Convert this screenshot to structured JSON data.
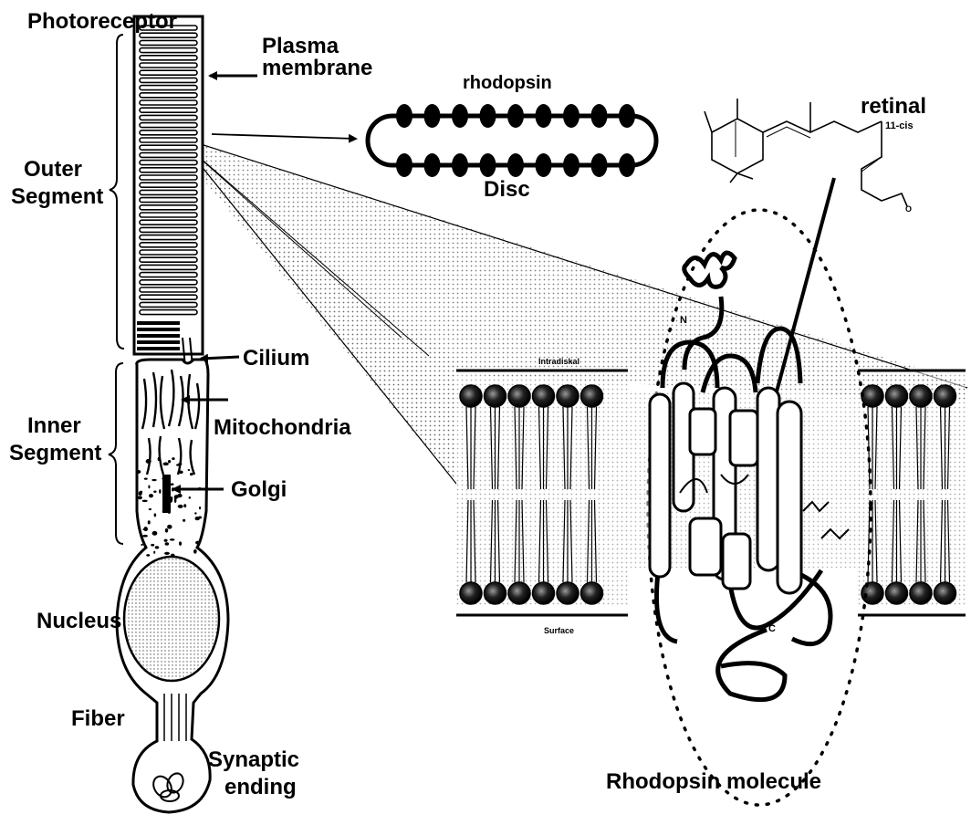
{
  "labels": {
    "photoreceptor": "Photoreceptor",
    "plasma_membrane_line1": "Plasma",
    "plasma_membrane_line2": "membrane",
    "rhodopsin": "rhodopsin",
    "retinal": "retinal",
    "retinal_isomer": "11-cis",
    "outer_segment_line1": "Outer",
    "outer_segment_line2": "Segment",
    "disc": "Disc",
    "cilium": "Cilium",
    "intradiskal": "Intradiskal",
    "inner_segment_line1": "Inner",
    "inner_segment_line2": "Segment",
    "mitochondria": "Mitochondria",
    "golgi": "Golgi",
    "nucleus": "Nucleus",
    "surface": "Surface",
    "fiber": "Fiber",
    "synaptic_line1": "Synaptic",
    "synaptic_line2": "ending",
    "rhodopsin_molecule": "Rhodopsin molecule",
    "n_terminus": "N",
    "c_terminus": "C",
    "aldehyde_o": "O"
  },
  "colors": {
    "ink": "#000000",
    "paper": "#ffffff",
    "stipple": "#bdbdbd"
  }
}
